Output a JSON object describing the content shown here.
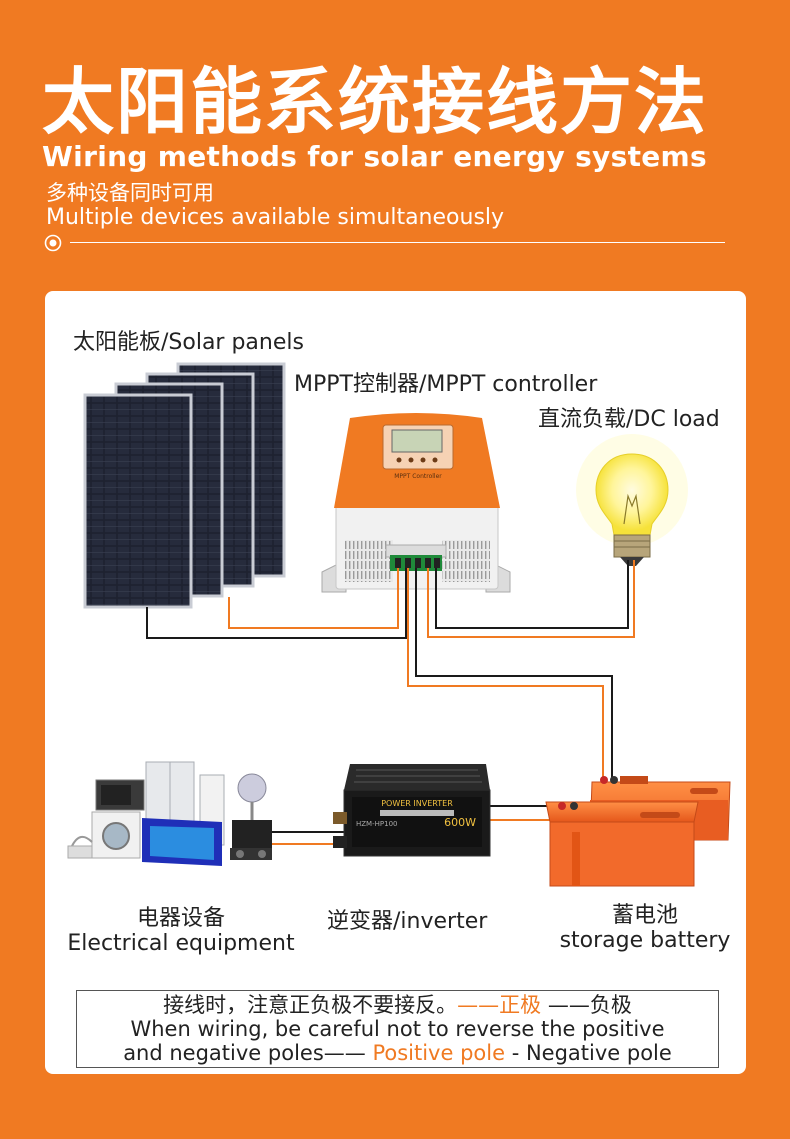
{
  "header": {
    "title": "太阳能系统接线方法",
    "subtitle": "Wiring methods for solar energy systems",
    "tagline_zh": "多种设备同时可用",
    "tagline_en": "Multiple devices available simultaneously",
    "mark_icon": "target-circle-icon"
  },
  "labels": {
    "solar_panels": "太阳能板/Solar panels",
    "controller": "MPPT控制器/MPPT controller",
    "dc_load": "直流负载/DC load",
    "appliances_zh": "电器设备",
    "appliances_en": "Electrical equipment",
    "inverter": "逆变器/inverter",
    "battery_zh": "蓄电池",
    "battery_en": "storage battery"
  },
  "devices": {
    "controller_badge": "MPPT Controller",
    "inverter_brand": "POWER INVERTER",
    "inverter_model": "HZM-HP100",
    "inverter_power": "600W"
  },
  "note": {
    "zh_prefix": "接线时，注意正负极不要接反。",
    "zh_positive": "——正极",
    "zh_negative": " ——负极",
    "en_line1": "When wiring, be careful not to reverse the positive",
    "en_line2_prefix": "and negative poles—— ",
    "en_positive": "Positive pole",
    "en_negative": " - Negative pole"
  },
  "colors": {
    "background": "#f07a22",
    "positive_wire": "#f07a22",
    "negative_wire": "#1a1a1a",
    "panel": "#1b1e2a",
    "controller_body": "#f07a22",
    "battery": "#f26a2b"
  }
}
